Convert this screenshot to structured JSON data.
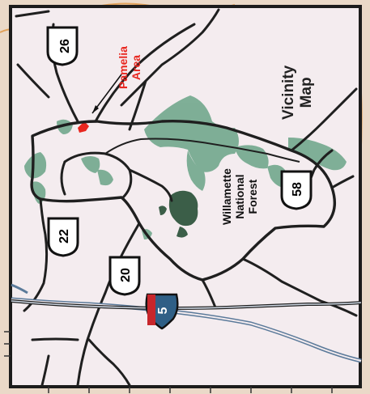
{
  "map": {
    "title_line1": "Vicinity",
    "title_line2": "Map",
    "forest_line1": "Willamette",
    "forest_line2": "National",
    "forest_line3": "Forest",
    "area_line1": "Pamelia",
    "area_line2": "Area"
  },
  "routes": {
    "us26": "26",
    "us22": "22",
    "us20": "20",
    "us58": "58",
    "i5": "5"
  },
  "colors": {
    "paper": "#f4ecef",
    "border": "#1c1c1c",
    "forest": "#5f9a7b",
    "forest_dark": "#3c5e48",
    "highlight": "#e8261f",
    "interstate_blue": "#2f5f86",
    "interstate_red": "#c7262b"
  }
}
